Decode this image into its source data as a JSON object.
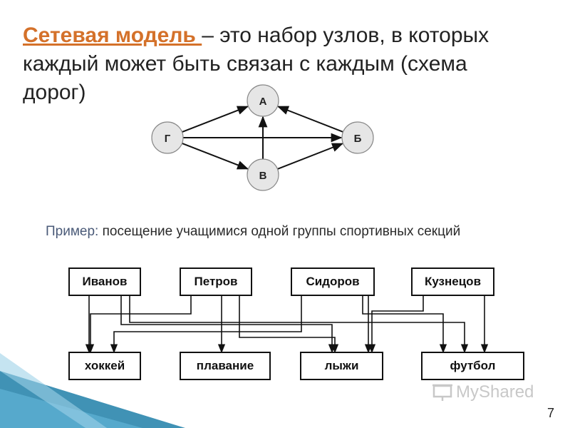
{
  "heading": {
    "term": "Сетевая модель ",
    "definition": "– это набор узлов, в которых каждый может быть связан с каждым (схема дорог)"
  },
  "network": {
    "nodes": [
      {
        "id": "A",
        "label": "А"
      },
      {
        "id": "B",
        "label": "Б"
      },
      {
        "id": "V",
        "label": "В"
      },
      {
        "id": "G",
        "label": "Г"
      }
    ],
    "edges": [
      {
        "from": "G",
        "to": "A"
      },
      {
        "from": "G",
        "to": "B"
      },
      {
        "from": "G",
        "to": "V"
      },
      {
        "from": "V",
        "to": "A"
      },
      {
        "from": "V",
        "to": "B"
      },
      {
        "from": "B",
        "to": "A"
      }
    ]
  },
  "example": {
    "label": "Пример:",
    "text": " посещение учащимися одной группы спортивных секций"
  },
  "students": [
    "Иванов",
    "Петров",
    "Сидоров",
    "Кузнецов"
  ],
  "sections": [
    "хоккей",
    "плавание",
    "лыжи",
    "футбол"
  ],
  "links": [
    {
      "student": "Иванов",
      "section": "хоккей"
    },
    {
      "student": "Иванов",
      "section": "лыжи"
    },
    {
      "student": "Иванов",
      "section": "футбол"
    },
    {
      "student": "Петров",
      "section": "хоккей"
    },
    {
      "student": "Петров",
      "section": "плавание"
    },
    {
      "student": "Петров",
      "section": "лыжи"
    },
    {
      "student": "Сидоров",
      "section": "хоккей"
    },
    {
      "student": "Сидоров",
      "section": "лыжи"
    },
    {
      "student": "Сидоров",
      "section": "футбол"
    },
    {
      "student": "Кузнецов",
      "section": "лыжи"
    },
    {
      "student": "Кузнецов",
      "section": "футбол"
    }
  ],
  "watermark": "MyShared",
  "slide_number": "7",
  "colors": {
    "accent": "#d4712a",
    "node_fill": "#e6e6e6",
    "stroke": "#111111",
    "decor": "#1e7fa8"
  }
}
